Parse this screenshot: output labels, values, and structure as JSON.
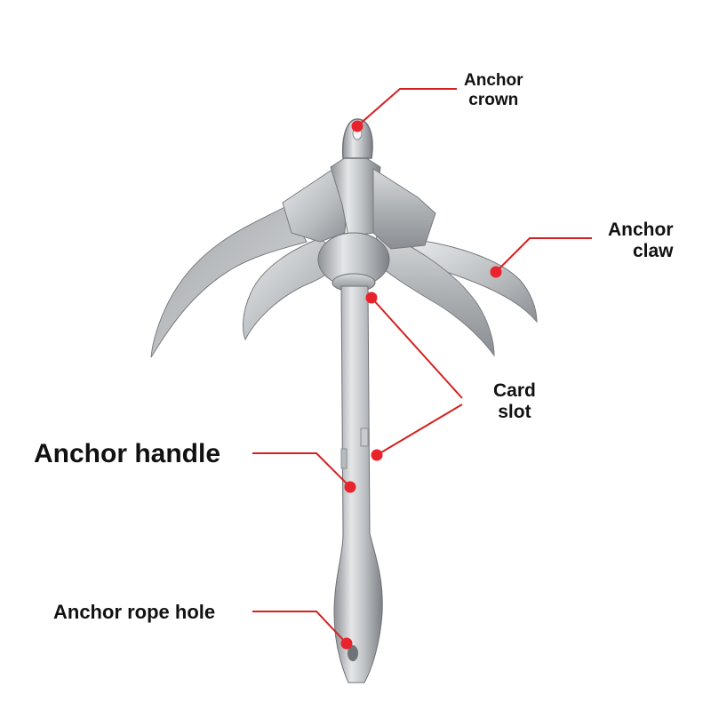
{
  "labels": {
    "crown": [
      "Anchor",
      "crown"
    ],
    "claw": [
      "Anchor",
      "claw"
    ],
    "card_slot": [
      "Card",
      "slot"
    ],
    "handle": "Anchor handle",
    "rope_hole": "Anchor rope hole"
  },
  "colors": {
    "leader_line": "#d42020",
    "marker_dot": "#e8232b",
    "background": "#ffffff"
  }
}
